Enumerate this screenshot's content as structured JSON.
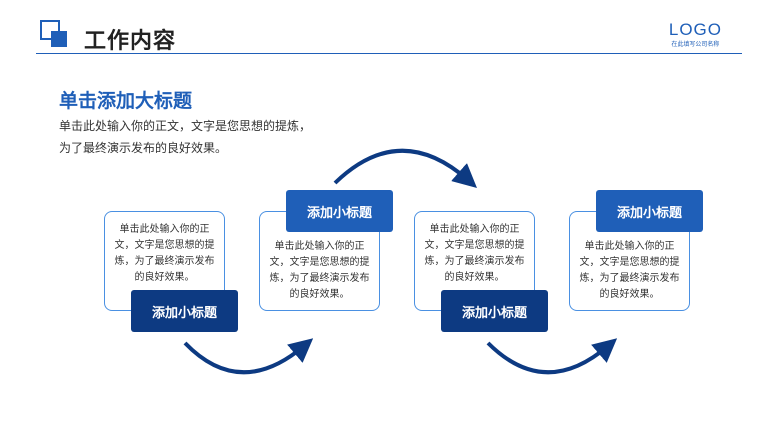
{
  "header": {
    "title": "工作内容",
    "logo": "LOGO",
    "logo_sub": "在此填写公司名称"
  },
  "intro": {
    "title": "单击添加大标题",
    "body": "单击此处输入你的正文，文字是您思想的提炼，为了最终演示发布的良好效果。"
  },
  "steps": [
    {
      "label": "添加小标题",
      "body": "单击此处输入你的正文，文字是您思想的提炼，为了最终演示发布的良好效果。"
    },
    {
      "label": "添加小标题",
      "body": "单击此处输入你的正文，文字是您思想的提炼，为了最终演示发布的良好效果。"
    },
    {
      "label": "添加小标题",
      "body": "单击此处输入你的正文，文字是您思想的提炼，为了最终演示发布的良好效果。"
    },
    {
      "label": "添加小标题",
      "body": "单击此处输入你的正文，文字是您思想的提炼，为了最终演示发布的良好效果。"
    }
  ],
  "colors": {
    "primary": "#1f5fb8",
    "dark": "#0d3a82",
    "border": "#4a90e2"
  }
}
